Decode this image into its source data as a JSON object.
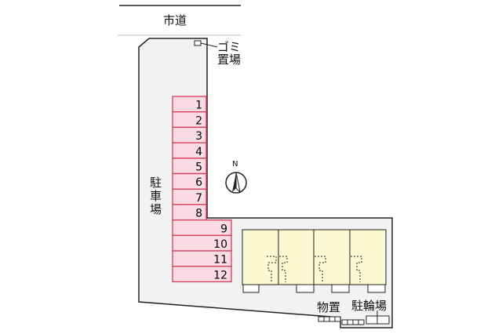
{
  "road_label": "市道",
  "garbage_label": "ゴミ置場",
  "parking_label": "駐車場",
  "storage_label": "物置",
  "bicycle_label": "駐輪場",
  "north_label": "N",
  "parking_spaces": [
    "1",
    "2",
    "3",
    "4",
    "5",
    "6",
    "7",
    "8",
    "9",
    "10",
    "11",
    "12"
  ],
  "colors": {
    "parking_fill": "#fcdbe5",
    "parking_stroke": "#d33c5a",
    "building_fill": "#fbf8d2",
    "lot_fill": "#f2f2f2"
  }
}
